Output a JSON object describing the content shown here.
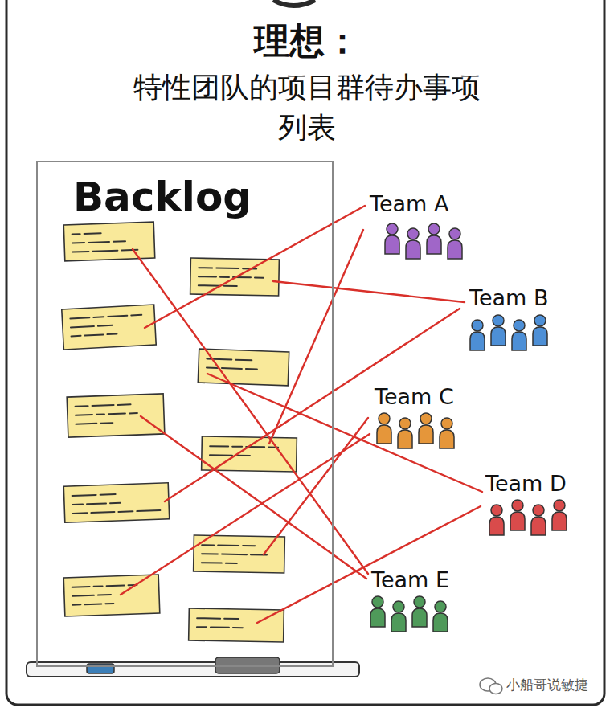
{
  "diagram": {
    "title": "理想：",
    "nodes": [
      {
        "text": [
          "Backlog"
        ]
      },
      {
        "text": [
          "Team A"
        ]
      },
      {
        "text": [
          "Team B"
        ]
      },
      {
        "text": [
          "Team C"
        ]
      },
      {
        "text": [
          "Team D"
        ]
      },
      {
        "text": [
          "Team E"
        ]
      }
    ],
    "labels": [
      "特性团队的项目群待办事项 列表",
      "小船哥说敏捷"
    ]
  }
}
